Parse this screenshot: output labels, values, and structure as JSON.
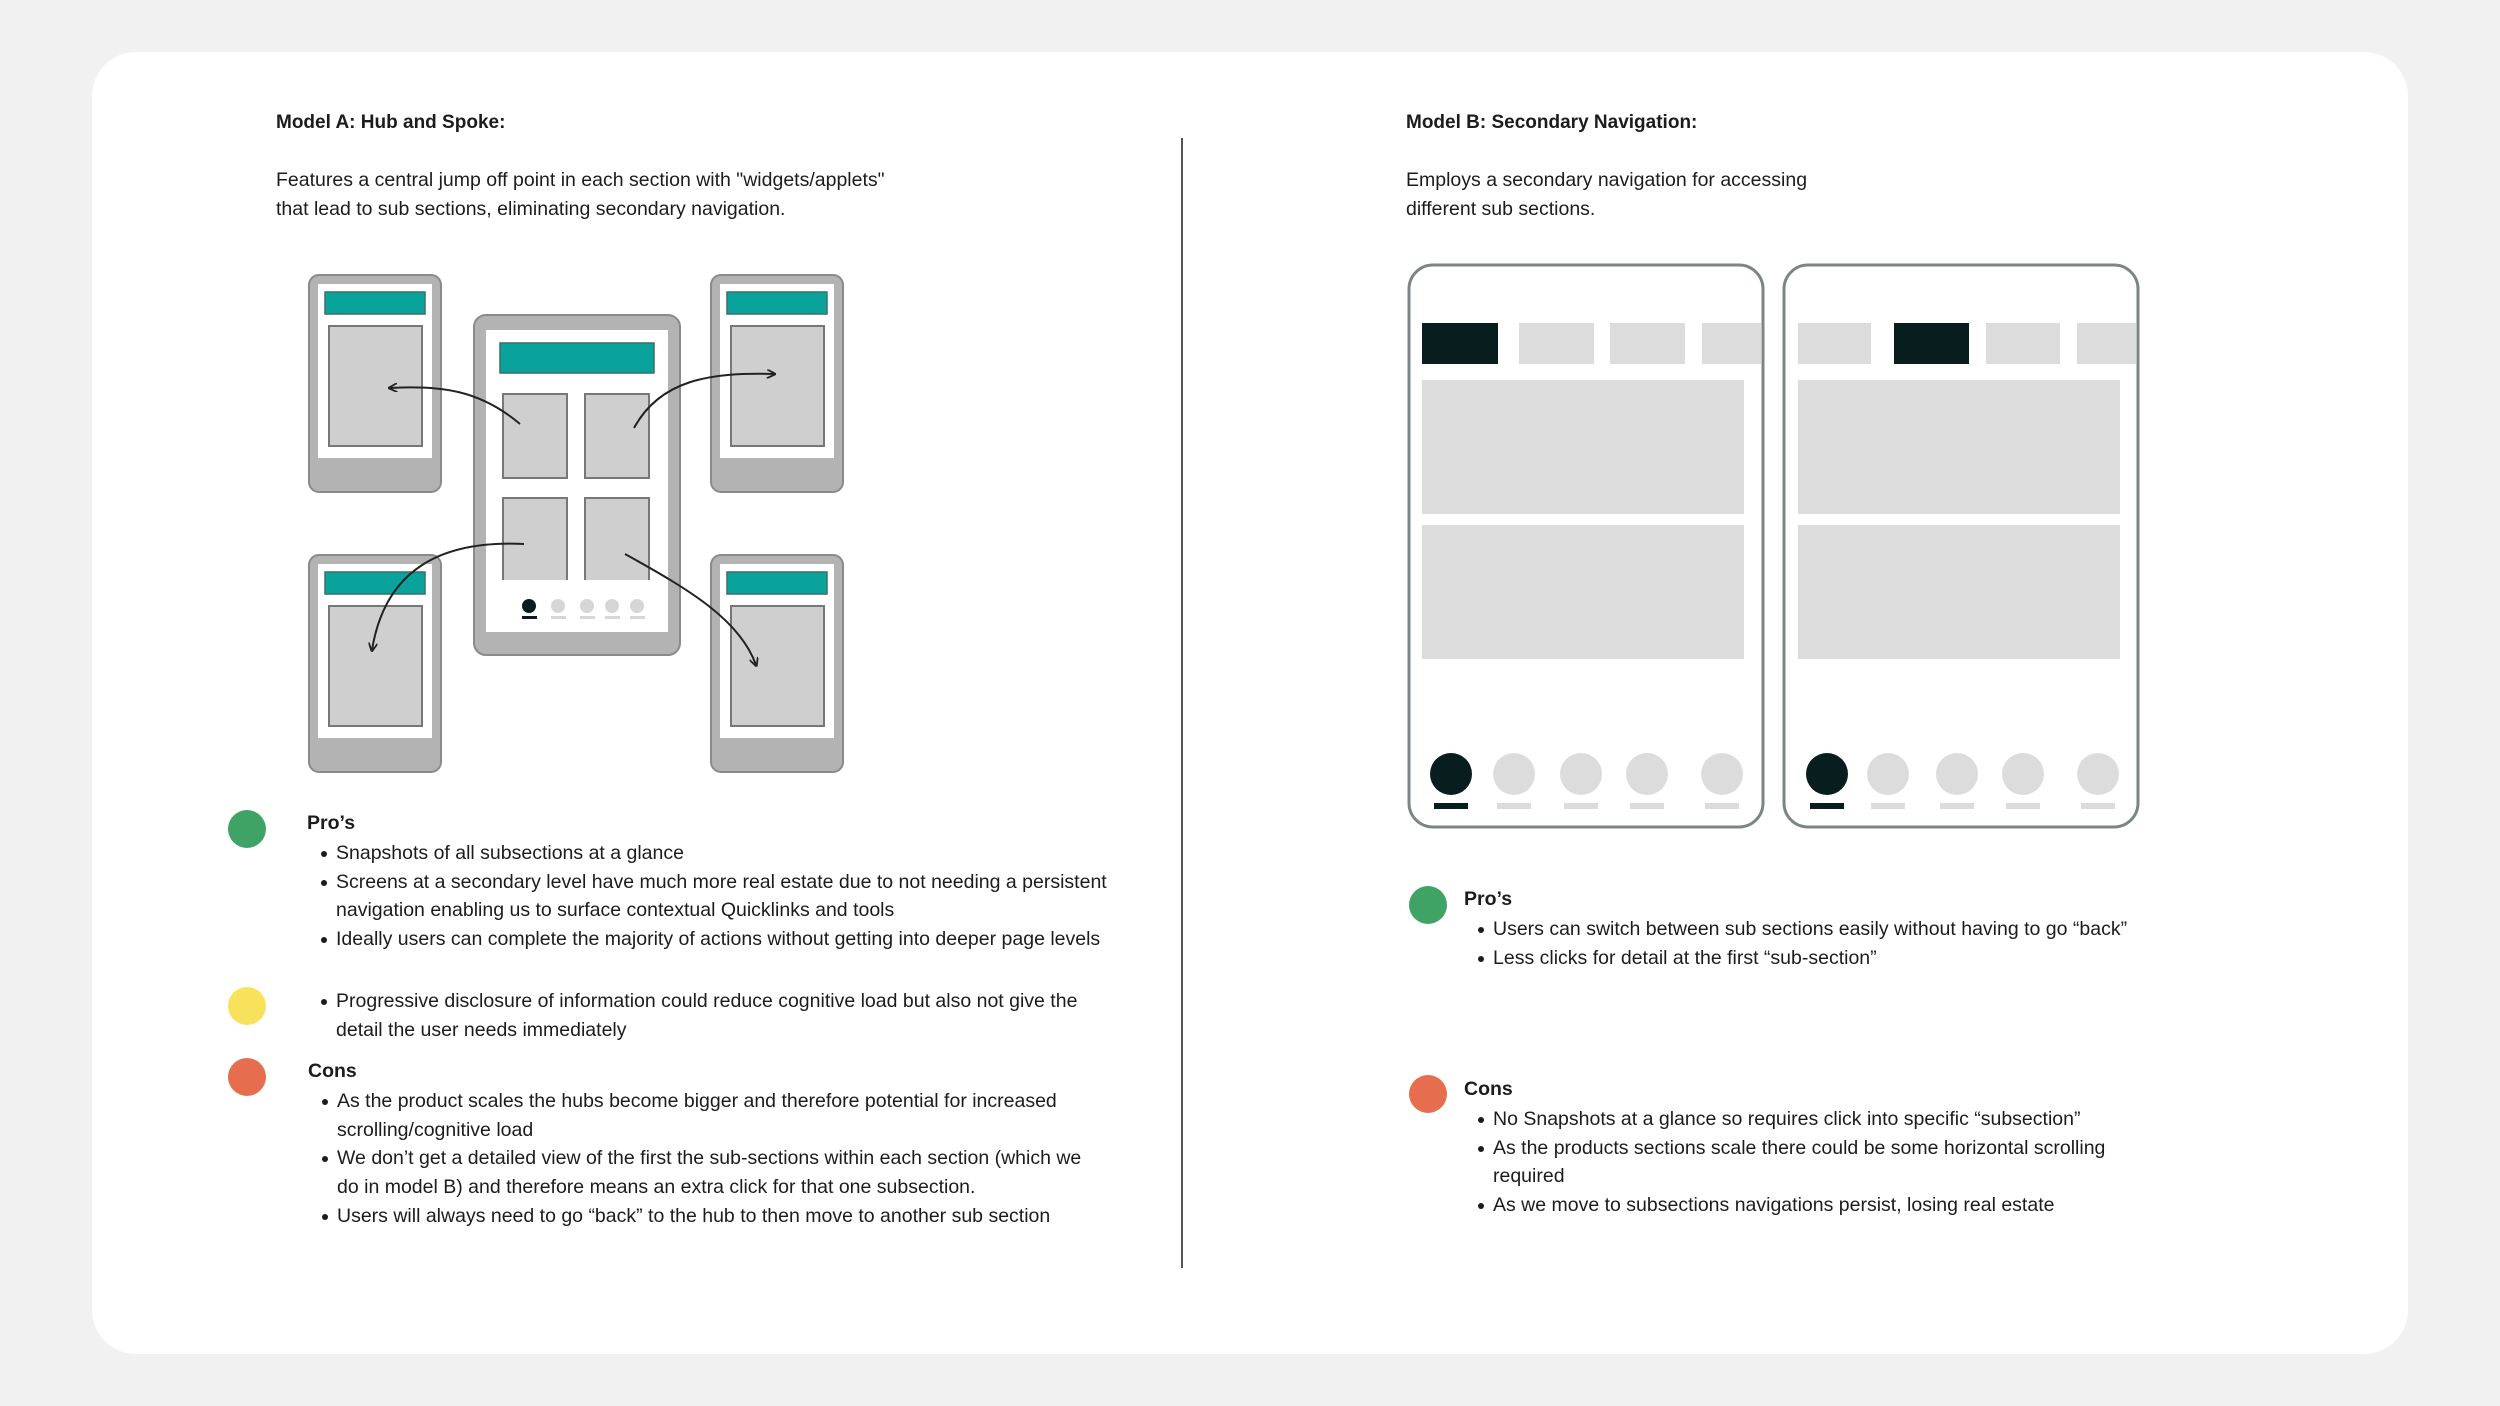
{
  "model_a": {
    "title": "Model A: Hub and Spoke:",
    "description_line1": "Features a central jump off point in each section with \"widgets/applets\"",
    "description_line2": "that lead to sub sections, eliminating secondary navigation.",
    "pros_heading": "Pro’s",
    "pros": [
      "Snapshots of all subsections at a glance",
      "Screens at a secondary level have much more real estate due to not needing a persistent navigation enabling us to surface contextual Quicklinks and tools",
      "Ideally users can complete the majority of actions without getting into deeper page levels"
    ],
    "neutral": [
      "Progressive disclosure of information could reduce cognitive load but also not give the detail the user needs immediately"
    ],
    "cons_heading": "Cons",
    "cons": [
      "As the product scales the hubs become bigger and therefore potential for increased scrolling/cognitive load",
      "We don’t get a detailed view of the first the sub-sections within each section (which we do in model B) and therefore means an extra click for that one subsection.",
      "Users will always need to go “back” to the hub to then move to another sub section"
    ]
  },
  "model_b": {
    "title": "Model B: Secondary Navigation:",
    "description_line1": "Employs a secondary navigation for accessing",
    "description_line2": "different sub sections.",
    "pros_heading": "Pro’s",
    "pros": [
      "Users can switch between sub sections easily without having to go “back”",
      "Less clicks for detail at the first “sub-section”"
    ],
    "cons_heading": "Cons",
    "cons": [
      "No Snapshots at a glance so requires click into specific “subsection”",
      "As the products sections scale there could be some horizontal scrolling required",
      "As we move to subsections navigations persist, losing real estate"
    ]
  },
  "colors": {
    "teal": "#0aa39b",
    "dark": "#081e1e",
    "pro": "#3fa365",
    "neutral": "#f8e25b",
    "con": "#e76d4f"
  }
}
